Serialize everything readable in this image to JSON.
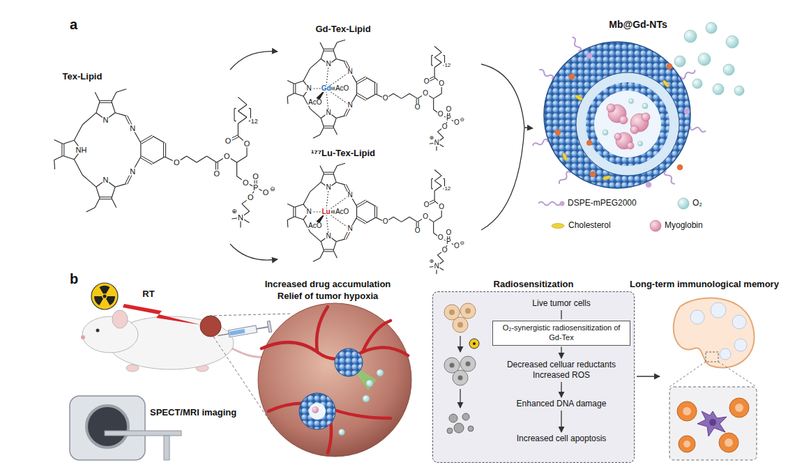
{
  "diagram": {
    "nodes": [
      {
        "text": [
          "Radiosensitization"
        ]
      },
      {
        "text": [
          "Live tumor cells"
        ],
        "in": 0
      },
      {
        "text": [
          "O₂-synergistic radiosensitization of Gd-Tex"
        ],
        "in": 0
      },
      {
        "text": [
          "Decreased celluar reductants",
          "Increased ROS"
        ],
        "in": 0
      },
      {
        "text": [
          "Enhanced DNA damage"
        ],
        "in": 0
      },
      {
        "text": [
          "Increased cell apoptosis"
        ],
        "in": 0
      }
    ],
    "edges": [
      {
        "from": 1,
        "to": 2,
        "arrow": "none"
      },
      {
        "from": 2,
        "to": 3,
        "arrow": "to"
      },
      {
        "from": 3,
        "to": 4,
        "arrow": "to"
      },
      {
        "from": 4,
        "to": 5,
        "arrow": "to"
      }
    ],
    "labels": [
      "a",
      "Tex-Lipid",
      "NH",
      "N",
      "N",
      "N",
      "N",
      "O",
      "O",
      "O",
      "O",
      "O",
      "O",
      "P",
      "O",
      "O",
      "⊖",
      "O",
      "N",
      "⊕",
      "12",
      "Gd-Tex-Lipid",
      "N",
      "N",
      "N",
      "N",
      "N",
      "Gd",
      "AcO",
      "AcO",
      "O",
      "O",
      "O",
      "O",
      "O",
      "O",
      "P",
      "O",
      "O",
      "⊖",
      "O",
      "N",
      "⊕",
      "12",
      "¹⁷⁷Lu-Tex-Lipid",
      "N",
      "N",
      "N",
      "N",
      "N",
      "Lu",
      "AcO",
      "AcO",
      "O",
      "O",
      "O",
      "O",
      "O",
      "O",
      "P",
      "O",
      "O",
      "⊖",
      "O",
      "N",
      "⊕",
      "12",
      "Mb@Gd-NTs",
      "b",
      "RT",
      "SPECT/MRI imaging",
      "Increased drug accumulation",
      "Relief of tumor hypoxia",
      "Long-term immunological memory"
    ],
    "legend": [
      {
        "text": "DSPE-mPEG2000"
      },
      {
        "text": "O₂"
      },
      {
        "text": "Cholesterol"
      },
      {
        "text": "Myoglobin"
      }
    ]
  }
}
